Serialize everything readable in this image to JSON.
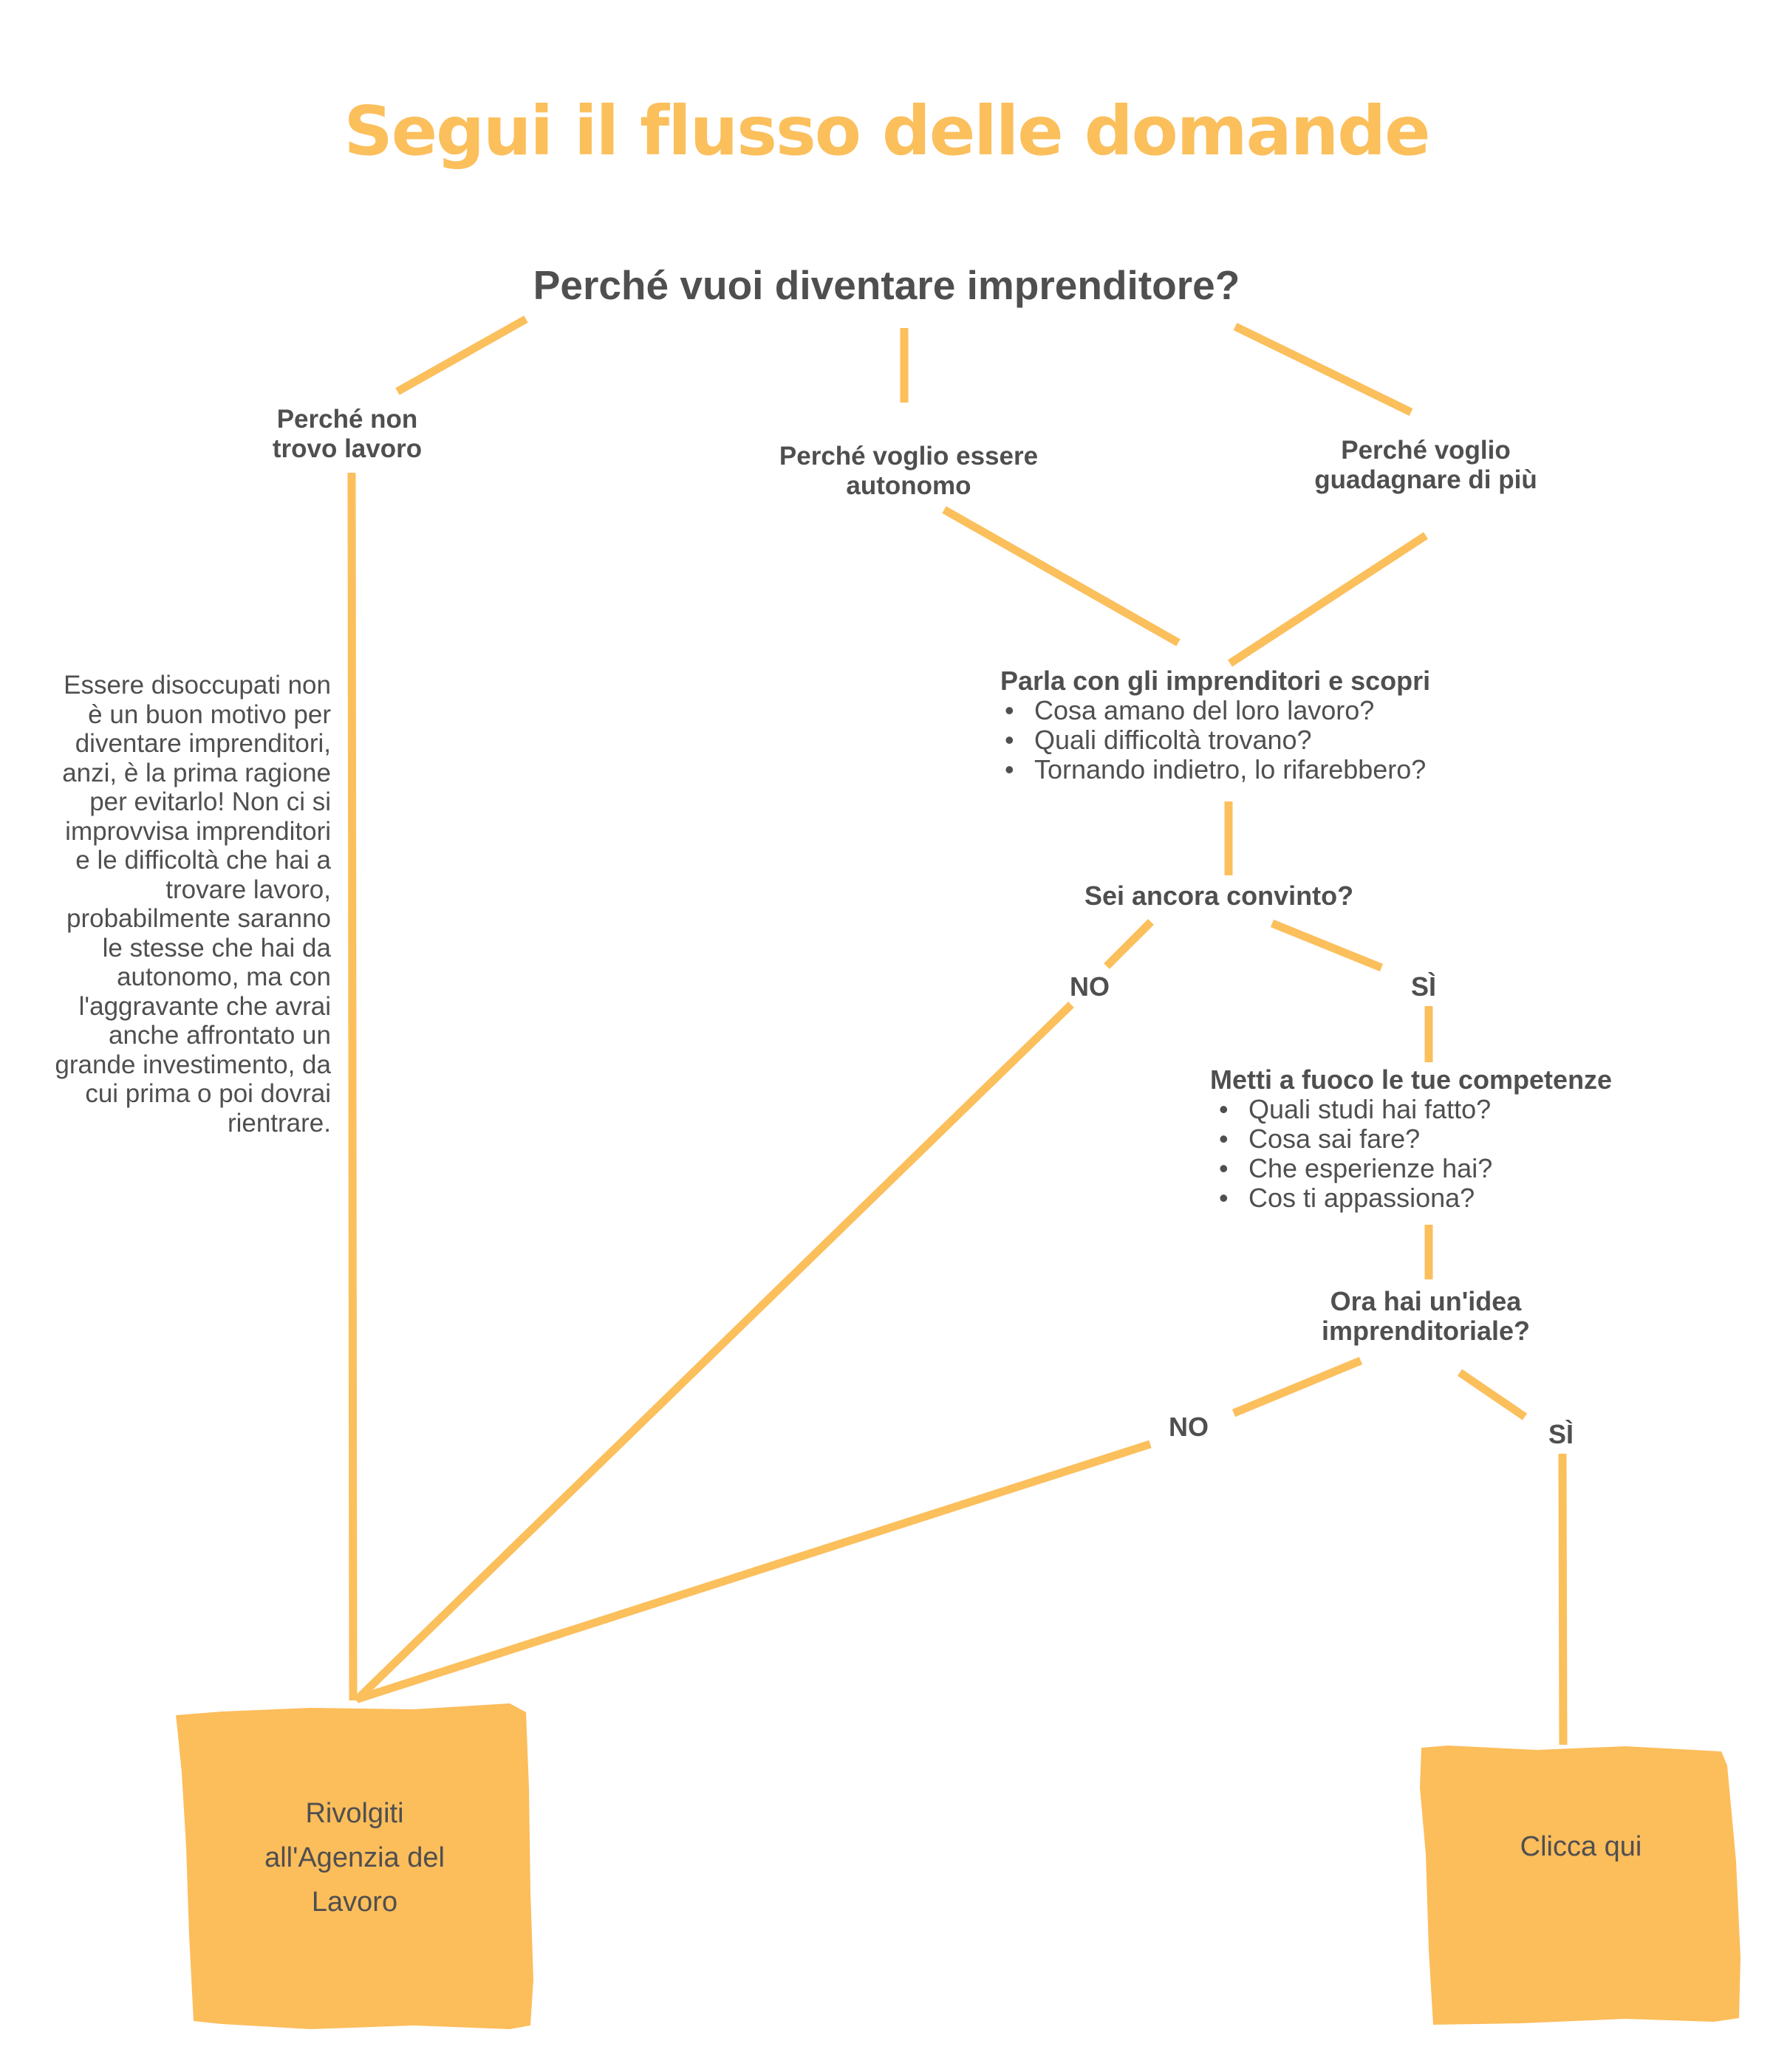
{
  "title": "Segui il flusso delle domande",
  "main_question": "Perché vuoi diventare imprenditore?",
  "options": {
    "no_job": "Perché non trovo lavoro",
    "autonomy": "Perché voglio essere autonomo",
    "earn_more": "Perché voglio guadagnare di più"
  },
  "unemployed_advice": "Essere disoccupati non è un buon motivo per diventare imprenditori, anzi, è la prima ragione per evitarlo! Non ci si improvvisa imprenditori e le difficoltà che hai a trovare lavoro, probabilmente saranno le stesse che hai da autonomo, ma con l'aggravante che avrai anche affrontato un grande investimento, da cui prima o poi dovrai rientrare.",
  "talk_step": {
    "title": "Parla con gli imprenditori e scopri",
    "items": [
      "Cosa amano del loro lavoro?",
      "Quali difficoltà trovano?",
      "Tornando indietro, lo rifarebbero?"
    ]
  },
  "convinced_question": "Sei ancora convinto?",
  "answers": {
    "no": "NO",
    "yes": "SÌ"
  },
  "skills_step": {
    "title": "Metti a fuoco le tue competenze",
    "items": [
      "Quali studi hai fatto?",
      "Cosa sai fare?",
      "Che esperienze hai?",
      "Cos ti appassiona?"
    ]
  },
  "idea_question": "Ora hai un'idea imprenditoriale?",
  "outcomes": {
    "agency": "Rivolgiti all'Agenzia del Lavoro",
    "click_here": "Clicca qui"
  },
  "colors": {
    "accent": "#fbbf5c",
    "text": "#4f4f4f",
    "background": "#ffffff"
  }
}
